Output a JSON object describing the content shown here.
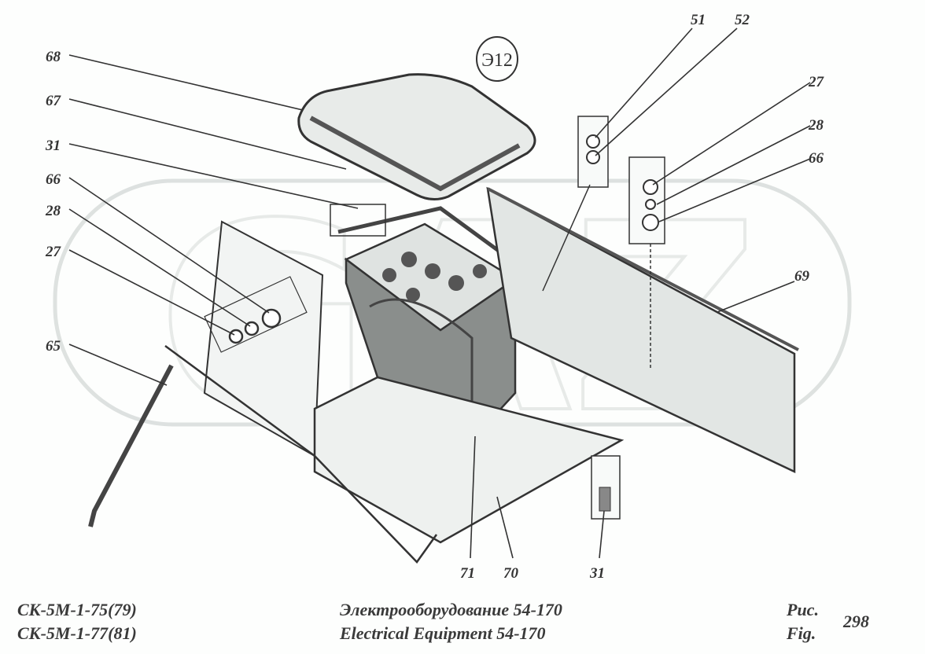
{
  "figure": {
    "badge": "Э12",
    "callouts": [
      {
        "id": "68",
        "label": "68"
      },
      {
        "id": "67",
        "label": "67"
      },
      {
        "id": "31a",
        "label": "31"
      },
      {
        "id": "66a",
        "label": "66"
      },
      {
        "id": "28a",
        "label": "28"
      },
      {
        "id": "27a",
        "label": "27"
      },
      {
        "id": "65",
        "label": "65"
      },
      {
        "id": "51",
        "label": "51"
      },
      {
        "id": "52",
        "label": "52"
      },
      {
        "id": "27b",
        "label": "27"
      },
      {
        "id": "28b",
        "label": "28"
      },
      {
        "id": "66b",
        "label": "66"
      },
      {
        "id": "69",
        "label": "69"
      },
      {
        "id": "71",
        "label": "71"
      },
      {
        "id": "70",
        "label": "70"
      },
      {
        "id": "31b",
        "label": "31"
      }
    ],
    "watermark": "GAZ"
  },
  "footer": {
    "model_line1": "СК-5М-1-75(79)",
    "model_line2": "СК-5М-1-77(81)",
    "title_ru": "Электрооборудование 54-170",
    "title_en": "Electrical Equipment 54-170",
    "fig_ru": "Рис.",
    "fig_en": "Fig.",
    "fig_number": "298"
  },
  "colors": {
    "ink": "#333333",
    "shade": "#555555",
    "watermark": "#c9cfcd"
  }
}
